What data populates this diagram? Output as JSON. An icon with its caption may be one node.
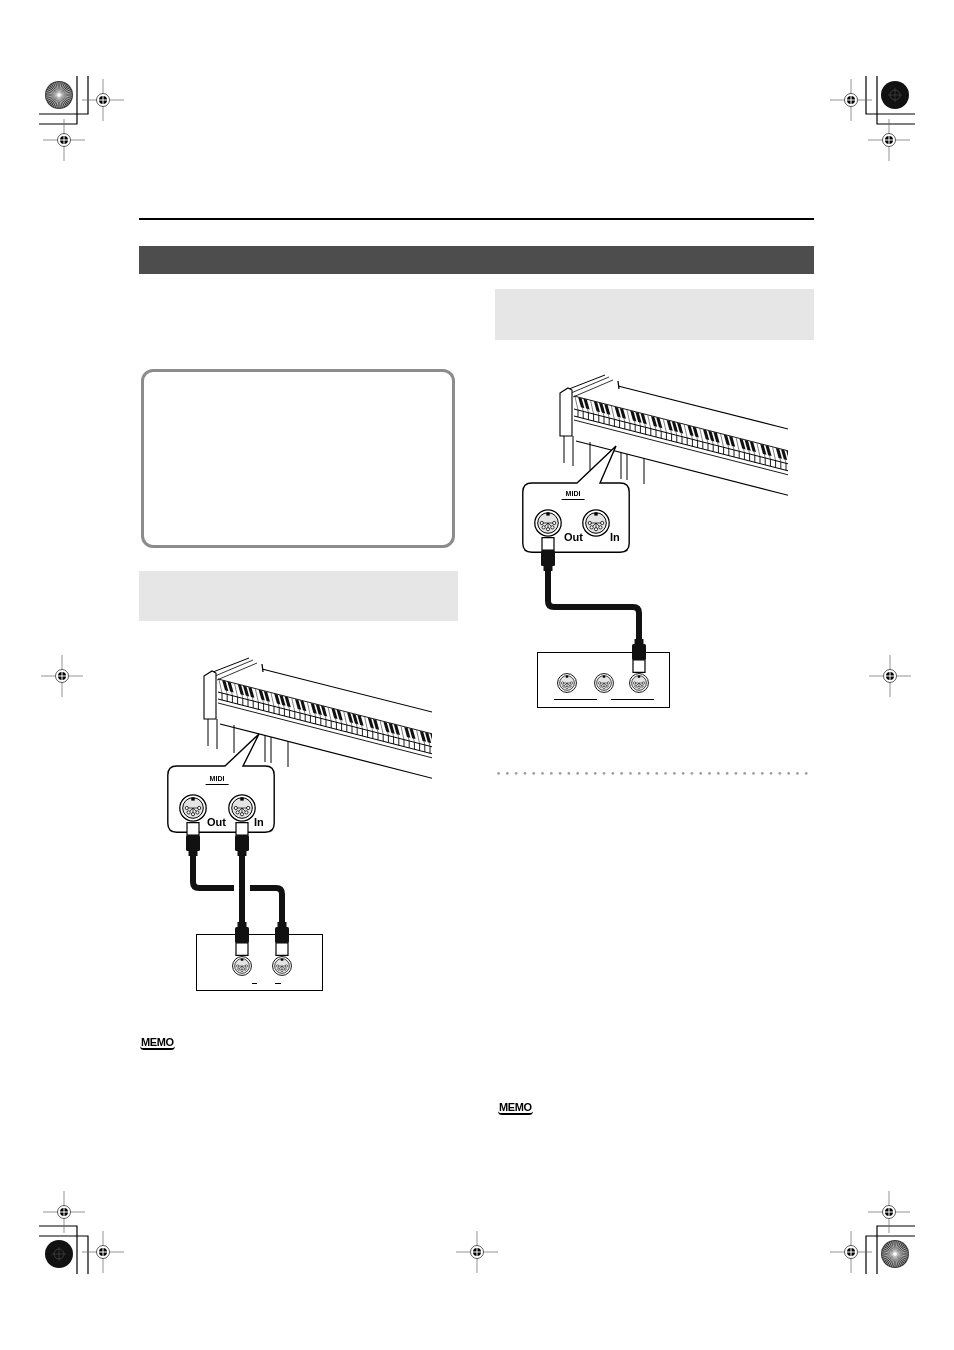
{
  "diagram": {
    "nodes": [
      {
        "text": [],
        "shape": "bar"
      },
      {
        "text": [],
        "shape": "box"
      },
      {
        "text": [],
        "shape": "bar"
      },
      {
        "text": [
          "MIDI"
        ]
      },
      {
        "text": [],
        "shape": "circle",
        "in": 3,
        "beside": [
          "Out"
        ]
      },
      {
        "text": [],
        "shape": "circle",
        "in": 3,
        "beside": [
          "In"
        ]
      },
      {
        "text": [],
        "shape": "box"
      },
      {
        "text": [],
        "shape": "circle",
        "in": 6
      },
      {
        "text": [],
        "shape": "circle",
        "in": 6
      },
      {
        "text": [],
        "shape": "bar"
      },
      {
        "text": [
          "MIDI"
        ]
      },
      {
        "text": [],
        "shape": "circle",
        "in": 10,
        "beside": [
          "Out"
        ]
      },
      {
        "text": [],
        "shape": "circle",
        "in": 10,
        "beside": [
          "In"
        ]
      },
      {
        "text": [],
        "shape": "box"
      },
      {
        "text": [],
        "shape": "circle",
        "in": 13
      },
      {
        "text": [],
        "shape": "circle",
        "in": 13
      },
      {
        "text": [],
        "shape": "circle",
        "in": 13
      }
    ],
    "edges": [
      {
        "from": 4,
        "to": 8,
        "arrow": "other"
      },
      {
        "from": 5,
        "to": 7,
        "arrow": "other"
      },
      {
        "from": 11,
        "to": 16,
        "arrow": "other"
      }
    ],
    "labels": [
      "MEMO",
      "MEMO"
    ]
  }
}
